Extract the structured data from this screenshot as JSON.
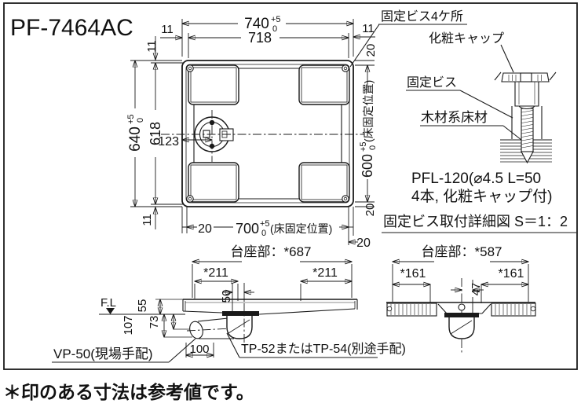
{
  "title": "PF-7464AC",
  "note": "＊印のある寸法は参考値です。",
  "colors": {
    "line": "#1a1a1a",
    "background": "#ffffff"
  },
  "plan": {
    "dim_740": {
      "value": "740",
      "tol_plus": "+5",
      "tol_minus": "0"
    },
    "dim_718": "718",
    "dim_11": "11",
    "dim_640": {
      "value": "640",
      "tol_plus": "+5",
      "tol_minus": "0"
    },
    "dim_618": "618",
    "dim_123": "123",
    "dim_20": "20",
    "dim_700": {
      "value": "700",
      "tol_plus": "+5",
      "tol_minus": "0",
      "suffix": "(床固定位置)"
    },
    "dim_600": {
      "value": "600",
      "tol_plus": "+5",
      "tol_minus": "0",
      "suffix": "(床固定位置)"
    },
    "screw_note": "固定ビス4ケ所"
  },
  "detail": {
    "cap_label": "化粧キャップ",
    "screw_label": "固定ビス",
    "floor_label": "木材系床材",
    "pfl_line1": "PFL-120(⌀4.5 L=50",
    "pfl_line2": "4本, 化粧キャップ付)",
    "title": "固定ビス取付詳細図 S＝1：2"
  },
  "front_view": {
    "pedestal": "台座部：*687",
    "dim_211": "*211",
    "dim_50": "50",
    "fl": "F.L",
    "dim_55": "55",
    "dim_107": "107",
    "dim_73": "73",
    "dim_100": "100",
    "vp_label": "VP-50(現場手配)",
    "tp_label": "TP-52またはTP-54(別途手配)"
  },
  "side_view": {
    "pedestal": "台座部：*587",
    "dim_161": "*161",
    "dim_47": "47"
  }
}
